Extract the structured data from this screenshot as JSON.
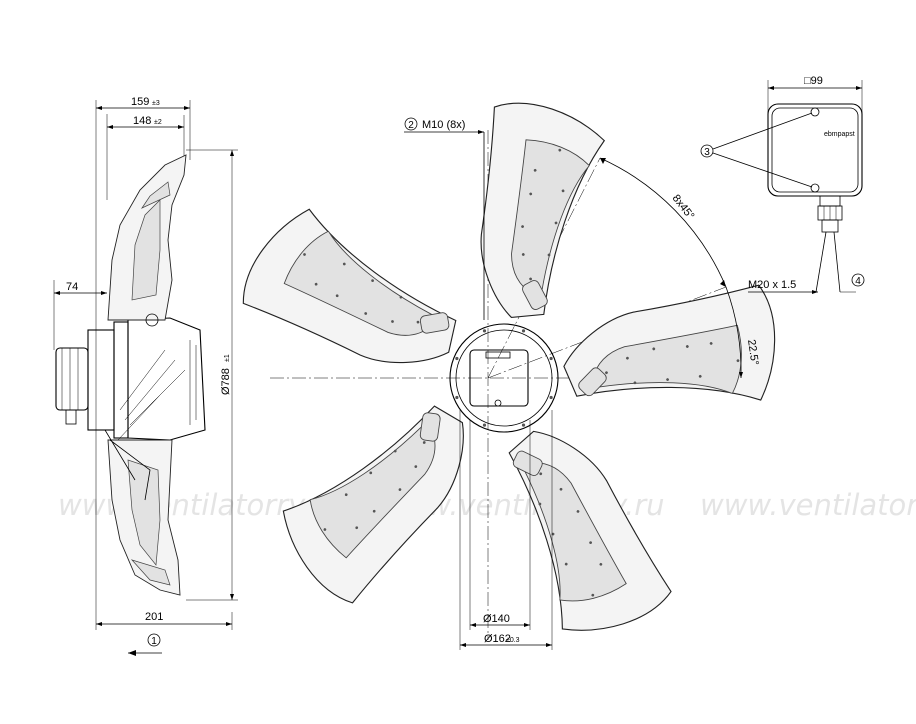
{
  "side_view": {
    "overall_depth": "159",
    "overall_depth_tol": "±3",
    "blade_depth": "148",
    "blade_depth_tol": "±2",
    "motor_offset": "74",
    "diameter": "Ø788",
    "diameter_tol": "±1",
    "base_width": "201",
    "callout_airflow": "1"
  },
  "front_view": {
    "thread": "M10 (8x)",
    "callout_thread": "2",
    "angle_spacing": "8x45°",
    "angle_offset": "22.5°",
    "hub_inner": "Ø140",
    "hub_outer": "Ø162",
    "hub_outer_tol": "±0.3",
    "blade_count": 5
  },
  "terminal_box": {
    "width": "□99",
    "callout_screws": "3",
    "gland_thread": "M20 x 1.5",
    "callout_gland": "4",
    "brand": "ebmpapst"
  },
  "watermark": {
    "text": "www.ventilatorry.ru"
  }
}
